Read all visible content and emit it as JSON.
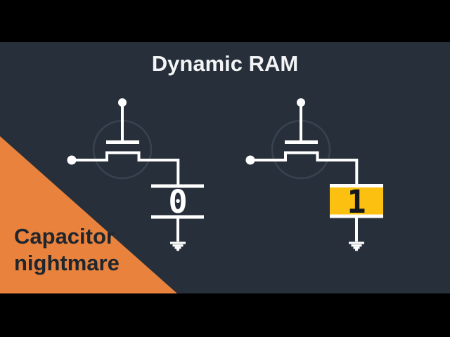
{
  "slide": {
    "title": "Dynamic RAM",
    "caption": {
      "line1": "Capacitor",
      "line2": "nightmare"
    }
  },
  "circuits": {
    "left": {
      "stored_bit": "0",
      "highlighted": false
    },
    "right": {
      "stored_bit": "1",
      "highlighted": true
    }
  },
  "colors": {
    "letterbox": "#000000",
    "bg": "#272f3a",
    "wire": "#ffffff",
    "ghost": "#39434f",
    "orange": "#e8823c",
    "yellow": "#fcc011",
    "ink": "#15191f",
    "title": "#f2f4f6",
    "caption": "#20262e"
  }
}
